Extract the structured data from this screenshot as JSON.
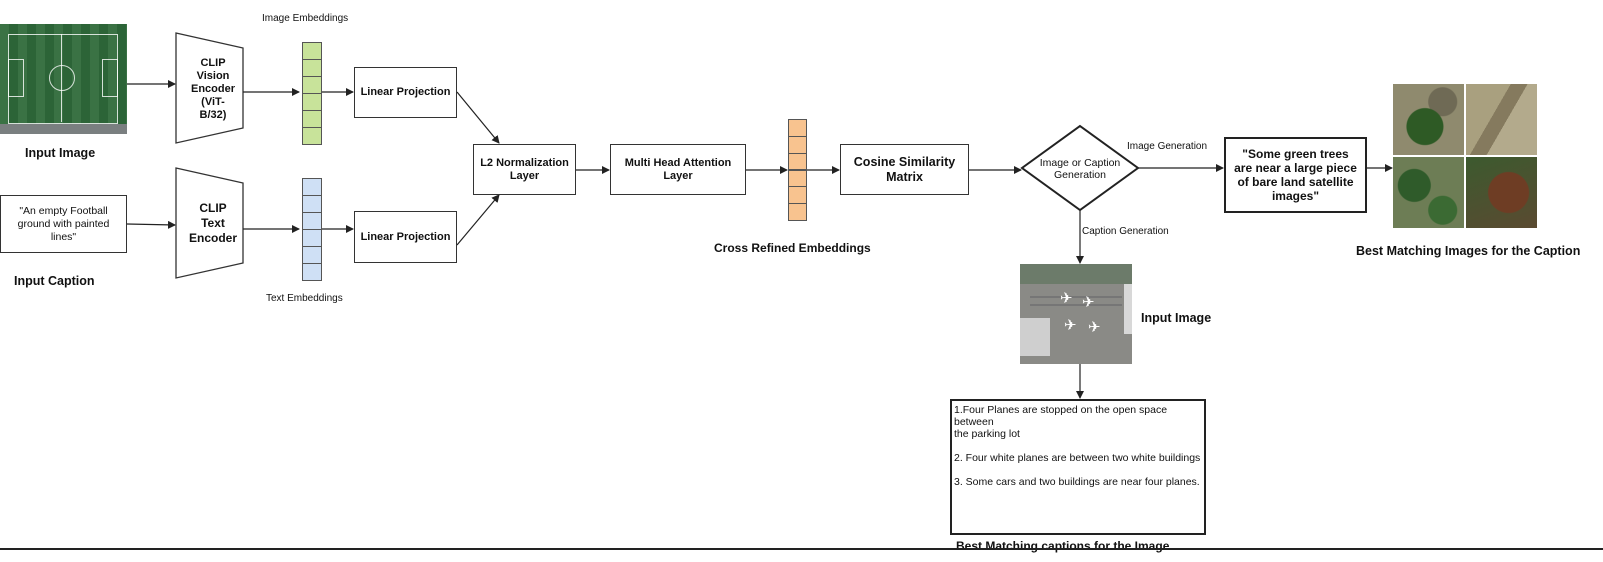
{
  "diagram": {
    "input_image_label": "Input Image",
    "input_caption_text": "\"An empty Football ground with painted lines\"",
    "input_caption_label": "Input Caption",
    "vision_encoder_label": "CLIP Vision Encoder (ViT-B/32)",
    "text_encoder_label": "CLIP Text Encoder",
    "image_embeddings_label": "Image Embeddings",
    "text_embeddings_label": "Text Embeddings",
    "linear_projection_top": "Linear Projection",
    "linear_projection_bottom": "Linear Projection",
    "l2_norm_label": "L2 Normalization Layer",
    "mha_label": "Multi Head Attention Layer",
    "cross_refined_label": "Cross Refined Embeddings",
    "cosine_label": "Cosine Similarity Matrix",
    "decision_label": "Image or Caption Generation",
    "image_generation_edge": "Image Generation",
    "caption_generation_edge": "Caption Generation",
    "generated_caption_text": "\"Some green trees are near a large piece of bare land satellite images\"",
    "best_images_label": "Best Matching Images for the Caption",
    "second_input_image_label": "Input Image",
    "captions_text": "1.Four Planes are stopped on the open space between\nthe parking lot\n\n2. Four white planes are between two white buildings\n\n3. Some cars and two buildings are near four planes.",
    "best_captions_label": "Best Matching captions for the Image"
  },
  "colors": {
    "image_embedding": "#c8e39a",
    "text_embedding": "#cfe0f5",
    "cross_embedding": "#f8c38f",
    "line": "#222222"
  },
  "embedding_cells": 6
}
